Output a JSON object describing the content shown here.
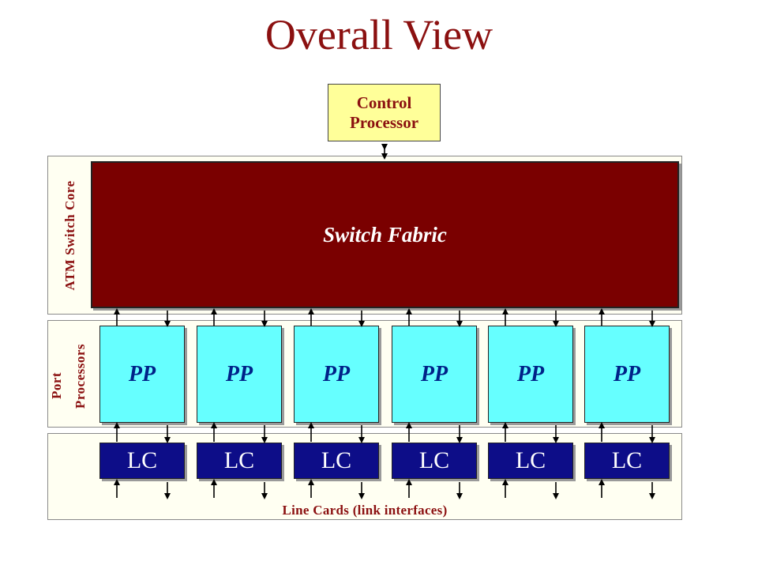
{
  "title": "Overall View",
  "control_processor": {
    "line1": "Control",
    "line2": "Processor"
  },
  "switch_core": {
    "side_label": "ATM Switch Core",
    "fabric_label": "Switch Fabric"
  },
  "port_processors": {
    "side_label_line1": "Port",
    "side_label_line2": "Processors",
    "items": [
      {
        "label": "PP"
      },
      {
        "label": "PP"
      },
      {
        "label": "PP"
      },
      {
        "label": "PP"
      },
      {
        "label": "PP"
      },
      {
        "label": "PP"
      }
    ]
  },
  "line_cards": {
    "bottom_label": "Line Cards (link interfaces)",
    "items": [
      {
        "label": "LC"
      },
      {
        "label": "LC"
      },
      {
        "label": "LC"
      },
      {
        "label": "LC"
      },
      {
        "label": "LC"
      },
      {
        "label": "LC"
      }
    ]
  },
  "colors": {
    "title": "#8b1010",
    "fabric": "#7a0000",
    "port_processor": "#66ffff",
    "line_card": "#0d0d88",
    "control_processor": "#ffff99"
  }
}
